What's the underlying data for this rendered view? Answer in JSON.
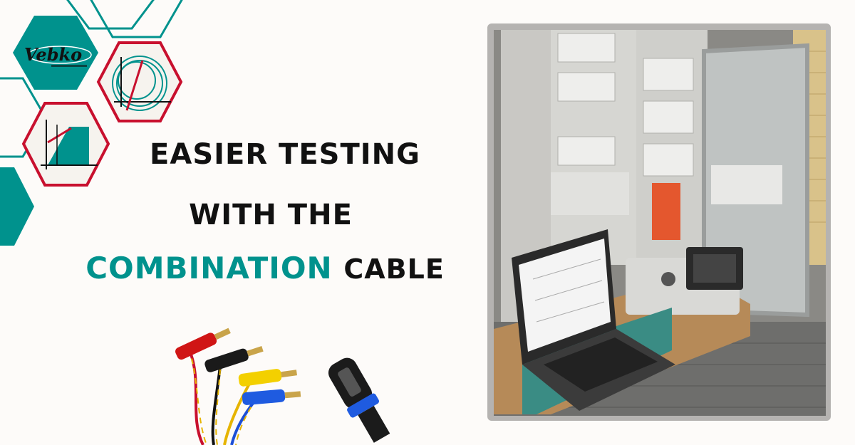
{
  "brand": {
    "logo_text": "Vebko",
    "colors": {
      "teal": "#00928d",
      "red": "#c8102e",
      "dark": "#111111"
    }
  },
  "headline": {
    "line1": "EASIER TESTING",
    "line2": "WITH THE",
    "line3_accent": "COMBINATION",
    "line3_rest": "CABLE"
  },
  "icons": {
    "circle_chart": "characteristic-circles-icon",
    "ramp_chart": "ramp-characteristic-icon",
    "cable_bundle": "combination-cable-image",
    "photo": "relay-test-setup-photo"
  }
}
